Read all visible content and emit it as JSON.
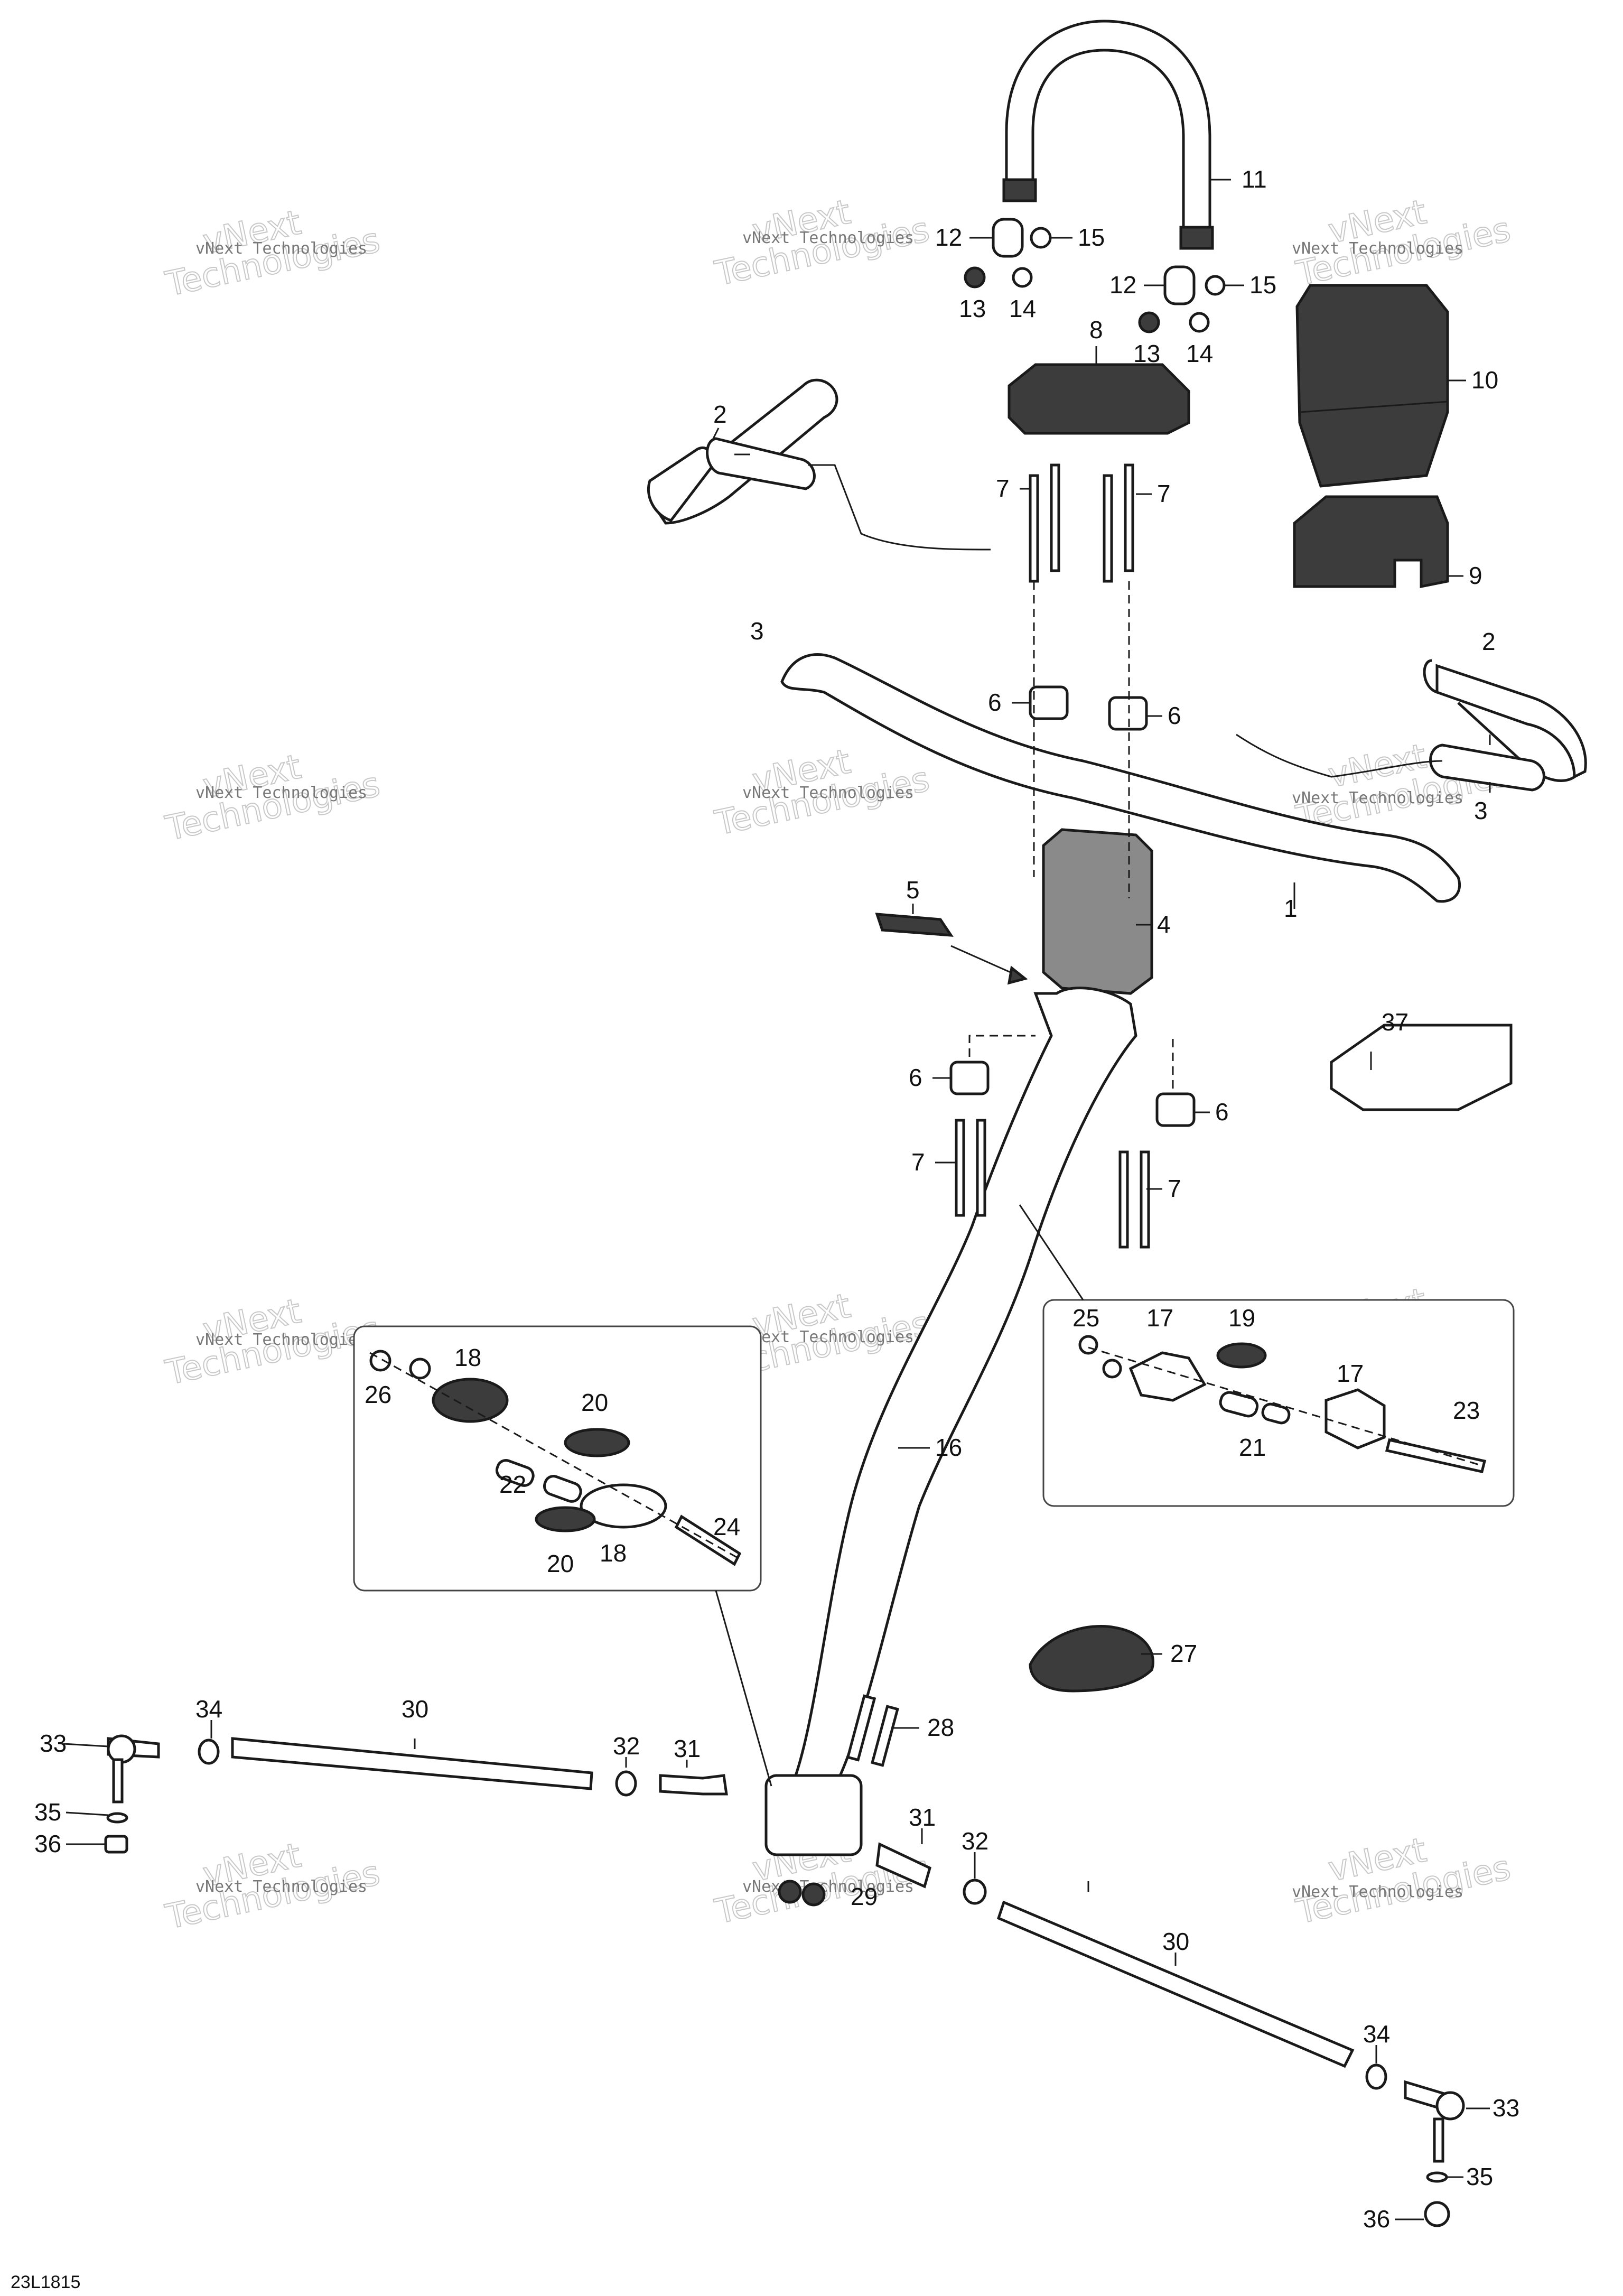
{
  "drawing_code": "23L1815",
  "watermark": {
    "small_text": "vNext Technologies",
    "big_line1": "vNext",
    "big_line2": "Technologies"
  },
  "callouts": [
    "1",
    "2",
    "3",
    "4",
    "5",
    "6",
    "7",
    "8",
    "9",
    "10",
    "11",
    "12",
    "13",
    "14",
    "15",
    "16",
    "17",
    "18",
    "19",
    "20",
    "21",
    "22",
    "23",
    "24",
    "25",
    "26",
    "27",
    "28",
    "29",
    "30",
    "31",
    "32",
    "33",
    "34",
    "35",
    "36",
    "37"
  ]
}
